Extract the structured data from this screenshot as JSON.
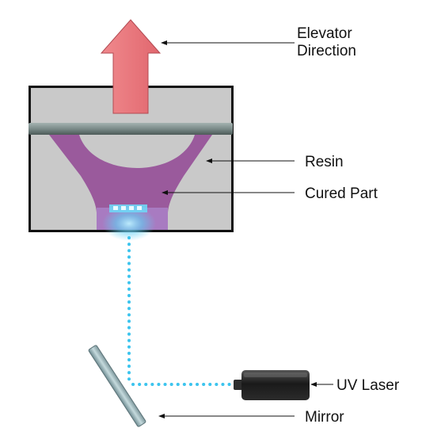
{
  "labels": {
    "elevator_line1": "Elevator",
    "elevator_line2": "Direction",
    "resin": "Resin",
    "cured_part": "Cured Part",
    "uv_laser": "UV Laser",
    "mirror": "Mirror"
  },
  "colors": {
    "arrow": "#e8767c",
    "resin": "#c9c9c9",
    "cured_part": "#9a5a9c",
    "beam": "#3cc4ee",
    "build_plate": "#7e8e8c",
    "laser_body": "#1f1f1f",
    "mirror": "#a9c4c9"
  }
}
